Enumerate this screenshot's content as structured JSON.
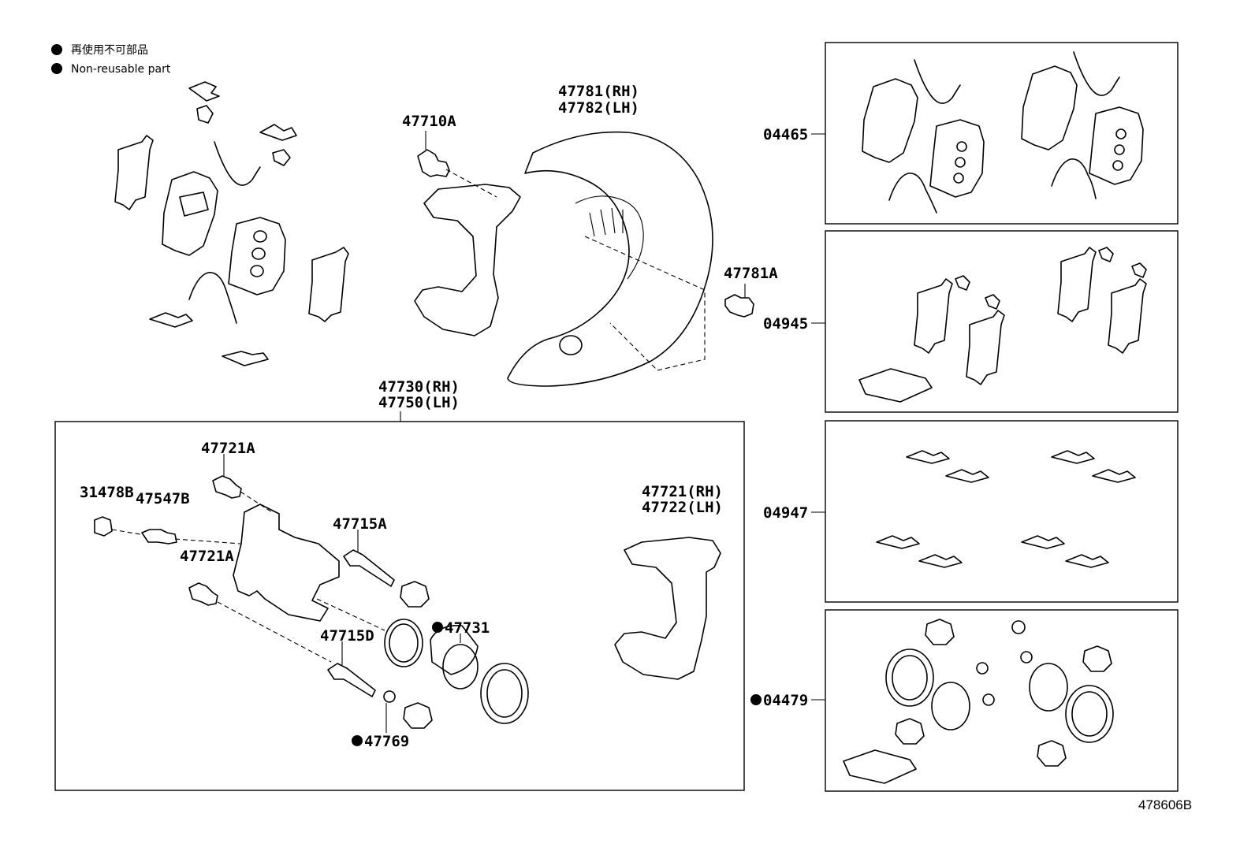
{
  "legend": {
    "line1": "再使用不可部品",
    "line2": "Non-reusable part"
  },
  "parts": {
    "p47710A": "47710A",
    "p47781RH": "47781(RH)",
    "p47782LH": "47782(LH)",
    "p47781A": "47781A",
    "p47730RH": "47730(RH)",
    "p47750LH": "47750(LH)",
    "p47721A_top": "47721A",
    "p31478B": "31478B",
    "p47547B": "47547B",
    "p47715A": "47715A",
    "p47721A_mid": "47721A",
    "p47715D": "47715D",
    "p47731": "47731",
    "p47769": "47769",
    "p47721RH": "47721(RH)",
    "p47722LH": "47722(LH)",
    "p04465": "04465",
    "p04945": "04945",
    "p04947": "04947",
    "p04479": "04479"
  },
  "diagram_ref": "478606B",
  "icons": {
    "non_reusable_marker": "filled-circle"
  }
}
